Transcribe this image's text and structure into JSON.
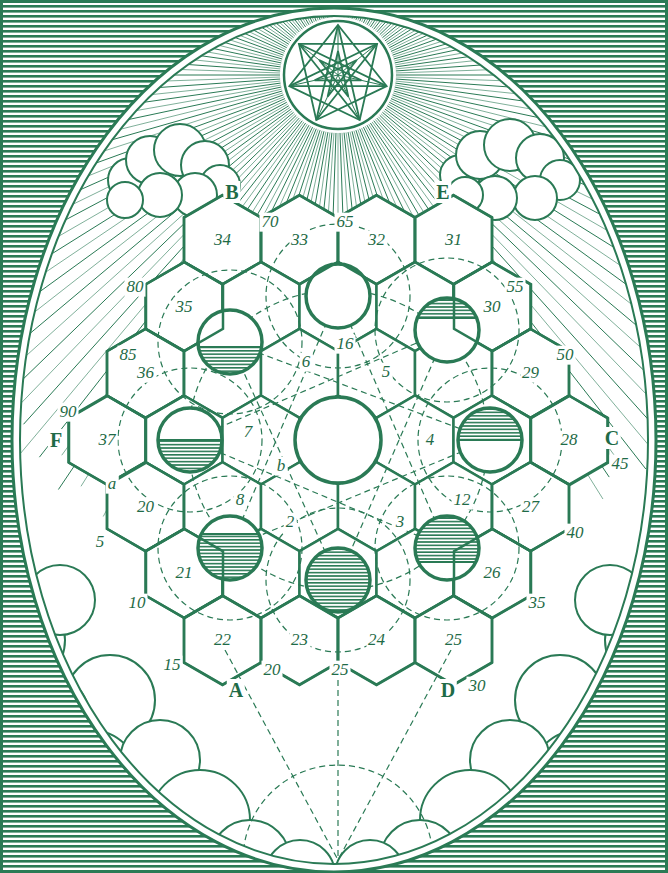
{
  "diagram": {
    "nodes": [
      {
        "text": [
          "34"
        ]
      },
      {
        "text": [
          "33"
        ]
      },
      {
        "text": [
          "32"
        ]
      },
      {
        "text": [
          "31"
        ]
      },
      {
        "text": [
          "35"
        ]
      },
      {
        "text": [
          "30"
        ]
      },
      {
        "text": [
          "36"
        ]
      },
      {
        "text": [
          "29"
        ]
      },
      {
        "text": [
          "37"
        ]
      },
      {
        "text": [
          "28"
        ]
      },
      {
        "text": [
          "20"
        ]
      },
      {
        "text": [
          "27"
        ]
      },
      {
        "text": [
          "21"
        ]
      },
      {
        "text": [
          "26"
        ]
      },
      {
        "text": [
          "22"
        ]
      },
      {
        "text": [
          "23"
        ]
      },
      {
        "text": [
          "24"
        ]
      },
      {
        "text": [
          "25"
        ]
      }
    ],
    "labels": [
      "B",
      "70",
      "65",
      "E",
      "80",
      "55",
      "85",
      "50",
      "90",
      "F",
      "C",
      "45",
      "5",
      "40",
      "10",
      "35",
      "15",
      "A",
      "20",
      "25",
      "D",
      "30",
      "16",
      "6",
      "5",
      "7",
      "4",
      "a",
      "b",
      "8",
      "2",
      "3",
      "12"
    ]
  }
}
